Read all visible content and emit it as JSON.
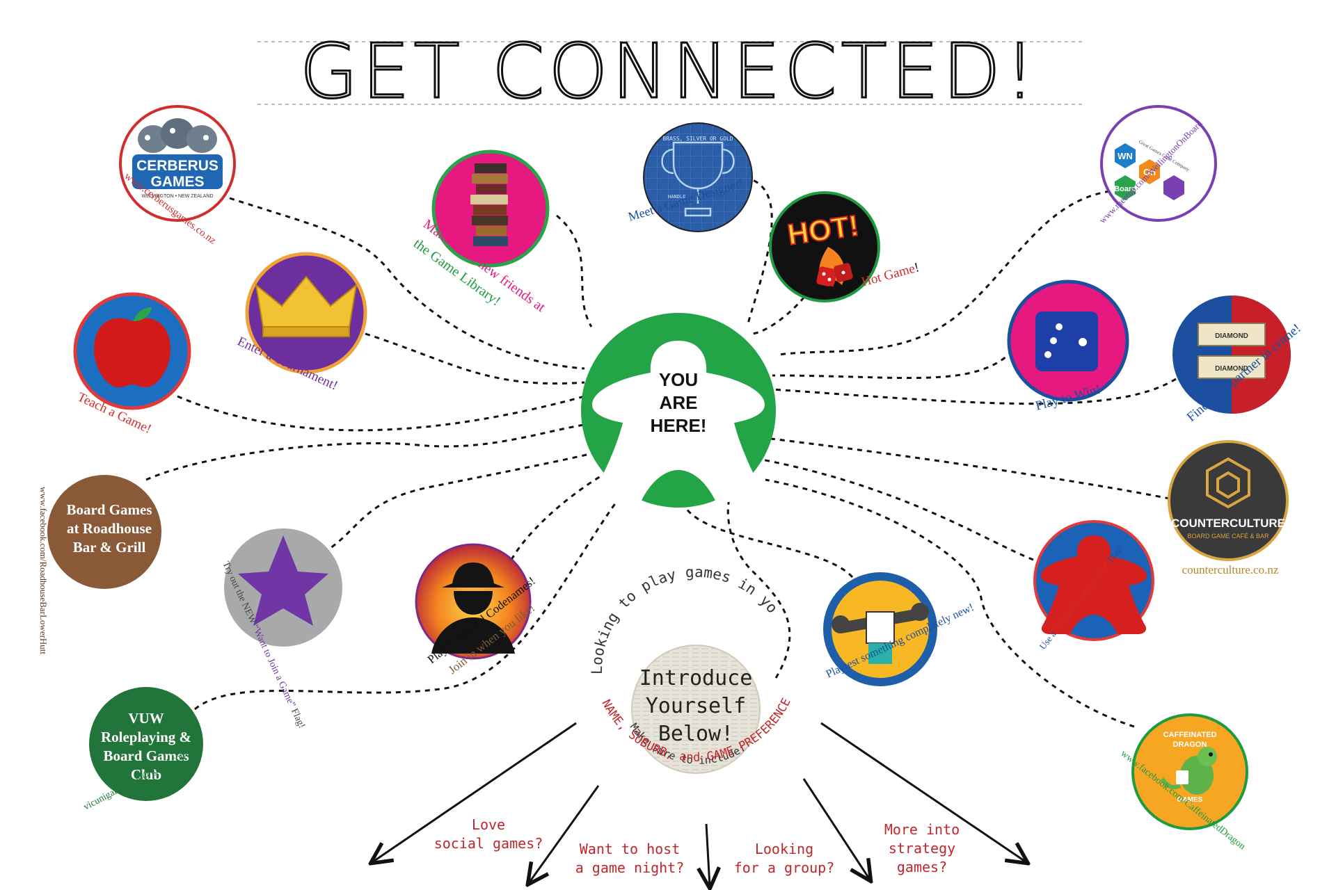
{
  "title": "GET CONNECTED!",
  "center": {
    "label_lines": [
      "YOU",
      "ARE",
      "HERE!"
    ]
  },
  "nodes": {
    "cerberus": {
      "logo_lines": [
        "CERBERUS",
        "GAMES"
      ],
      "logo_sub": "WELLINGTON • NEW ZEALAND",
      "url": "www.cerberusgames.co.nz"
    },
    "library": {
      "caption_lines": [
        "Make some new friends at",
        "the Game Library!"
      ]
    },
    "designer": {
      "caption": "Meet a Game Designer!",
      "blueprint_text": "BRASS, SILVER OR GOLD",
      "blueprint_handle": "HANDLE"
    },
    "hot": {
      "badge": "HOT!",
      "caption_prefix": "Play a ",
      "caption_highlight": "Hot Game",
      "caption_suffix": "!"
    },
    "wnob": {
      "hex_labels": [
        "WN",
        "On",
        "Board"
      ],
      "tagline": "Great Games Great Company",
      "url": "www.meetup.com/WellingtonOnBoard"
    },
    "tournament": {
      "caption": "Enter a Tournament!"
    },
    "teach": {
      "caption": "Teach a Game!"
    },
    "playtowin": {
      "caption": "Play to Win!"
    },
    "partner": {
      "caption": "Find your partner in crime!",
      "card_label": "DIAMOND"
    },
    "roadhouse": {
      "label_lines": [
        "Board Games",
        "at Roadhouse",
        "Bar & Grill"
      ],
      "url": "www.facebook.com/RoadhouseBarLowerHutt"
    },
    "wantjoin": {
      "caption_prefix": "Try out the NEW ",
      "caption_highlight": "“Want to Join a Game”",
      "caption_suffix": " Flag!"
    },
    "codenames": {
      "caption_1": "Play Continual Codenames!",
      "caption_2": "Join in when you like!"
    },
    "counterculture": {
      "name": "COUNTERCULTURE",
      "sub": "BOARD GAME CAFÉ & BAR",
      "url": "counterculture.co.nz"
    },
    "moreplayers": {
      "caption_prefix": "Use a ",
      "caption_highlight": "“More Players Wanted”",
      "caption_suffix": " Flag!"
    },
    "playtest": {
      "caption": "Playtest something completely new!"
    },
    "vuw": {
      "label_lines": [
        "VUW",
        "Roleplaying &",
        "Board Games",
        "Club"
      ],
      "email": "vicunigamesclub@gmail.com"
    },
    "dragon": {
      "top_lines": [
        "CAFFEINATED",
        "DRAGON"
      ],
      "bottom": "GAMES",
      "url": "www.facebook.com/CaffeinatedDragon"
    }
  },
  "intro": {
    "arc_top": "Looking to play games in your area?",
    "main_lines": [
      "Introduce",
      "Yourself",
      "Below!"
    ],
    "arc_bottom_1": "Make sure to include:",
    "arc_bottom_2": "NAME, SUBURB, and GAME PREFERENCES"
  },
  "prompts": [
    {
      "lines": [
        "Love",
        "social games?"
      ]
    },
    {
      "lines": [
        "Want to host",
        "a game night?"
      ]
    },
    {
      "lines": [
        "Looking",
        "for a group?"
      ]
    },
    {
      "lines": [
        "More into",
        "strategy",
        "games?"
      ]
    }
  ],
  "colors": {
    "center_green": "#22a447",
    "caption_blue": "#1b4fa0",
    "caption_red": "#d52b2b",
    "caption_green": "#1f9b3f",
    "caption_purple": "#6b2fa0",
    "caption_brown": "#7a5a3a",
    "prompt_red": "#c0262b",
    "dash": "#111111"
  }
}
